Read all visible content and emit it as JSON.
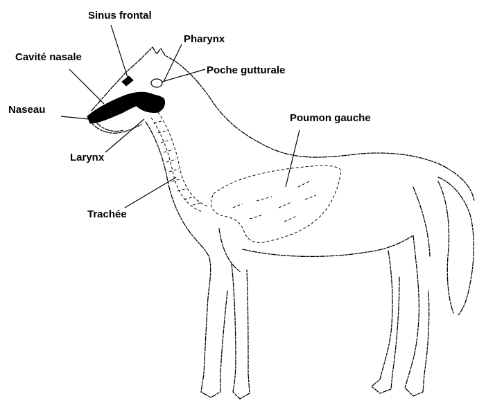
{
  "diagram": {
    "labels": {
      "sinus_frontal": "Sinus frontal",
      "pharynx": "Pharynx",
      "cavite_nasale": "Cavité nasale",
      "poche_gutturale": "Poche gutturale",
      "naseau": "Naseau",
      "poumon_gauche": "Poumon gauche",
      "larynx": "Larynx",
      "trachee": "Trachée"
    }
  }
}
